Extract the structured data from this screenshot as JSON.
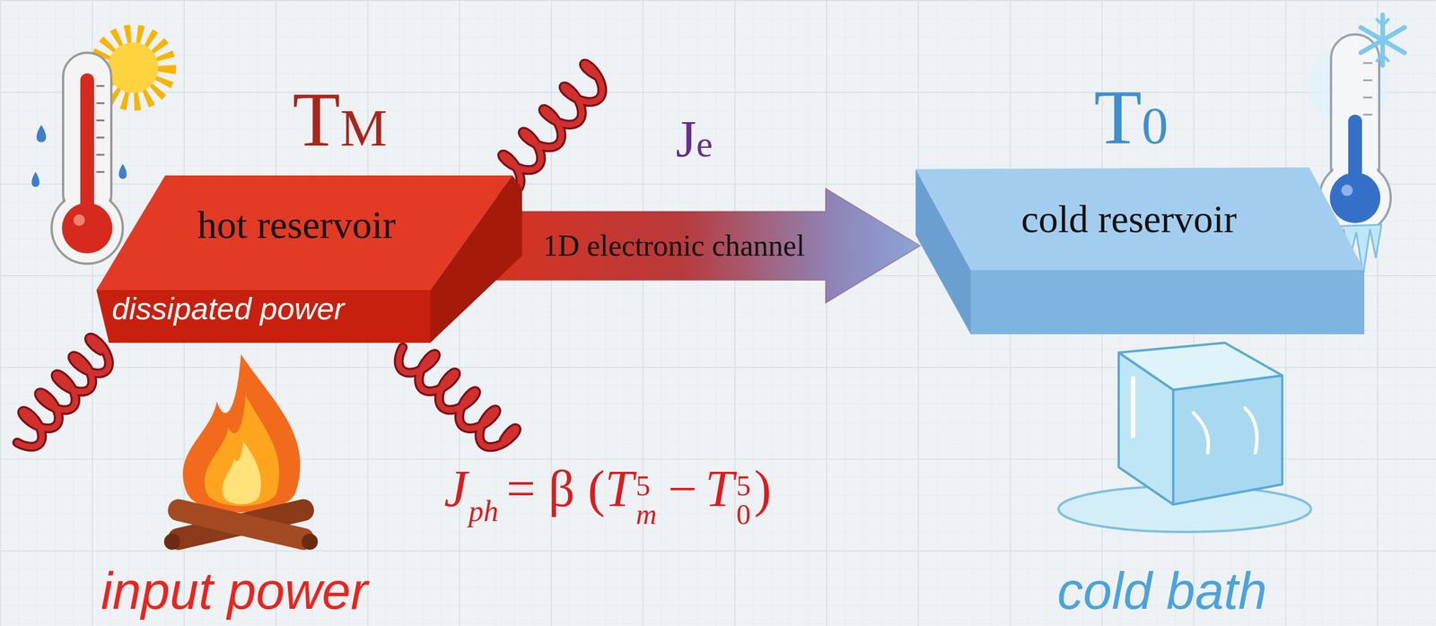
{
  "diagram": {
    "nodes": [
      {
        "text": [
          "TM",
          "hot reservoir",
          "dissipated power"
        ]
      },
      {
        "text": [
          "T0",
          "cold reservoir"
        ]
      }
    ],
    "edges": [
      {
        "from": 0,
        "to": 1,
        "arrow": "to",
        "label": "1D electronic channel"
      }
    ],
    "labels": [
      "Je",
      "J",
      "ph",
      "= β (",
      "T",
      "5",
      "m",
      "−",
      "T",
      "5",
      "0",
      ")",
      "input power",
      "cold bath"
    ]
  }
}
